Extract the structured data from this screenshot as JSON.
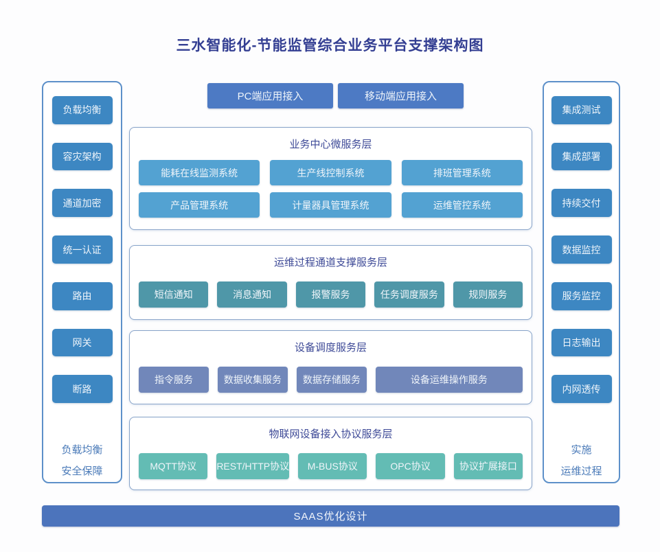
{
  "title": "三水智能化-节能监管综合业务平台支撑架构图",
  "colors": {
    "title_text": "#333e92",
    "panel_border": "#5d90c9",
    "layer_border": "#87a3c9",
    "sidebar_button": "#3d87c2",
    "top_button": "#4d7ac4",
    "business_button": "#53a2d2",
    "channel_button": "#4f97a8",
    "device_button": "#7187ba",
    "protocol_button": "#63bcb4",
    "bottom_bar": "#4c74bc",
    "caption_text": "#4a7ab8"
  },
  "top_buttons": {
    "pc": "PC端应用接入",
    "mobile": "移动端应用接入"
  },
  "left_panel": {
    "items": [
      "负载均衡",
      "容灾架构",
      "通道加密",
      "统一认证",
      "路由",
      "网关",
      "断路"
    ],
    "caption_line1": "负载均衡",
    "caption_line2": "安全保障"
  },
  "right_panel": {
    "items": [
      "集成测试",
      "集成部署",
      "持续交付",
      "数据监控",
      "服务监控",
      "日志输出",
      "内网透传"
    ],
    "caption_line1": "实施",
    "caption_line2": "运维过程"
  },
  "layers": [
    {
      "title": "业务中心微服务层",
      "rows": [
        [
          "能耗在线监测系统",
          "生产线控制系统",
          "排班管理系统"
        ],
        [
          "产品管理系统",
          "计量器具管理系统",
          "运维管控系统"
        ]
      ]
    },
    {
      "title": "运维过程通道支撑服务层",
      "items": [
        "短信通知",
        "消息通知",
        "报警服务",
        "任务调度服务",
        "规则服务"
      ]
    },
    {
      "title": "设备调度服务层",
      "items": [
        "指令服务",
        "数据收集服务",
        "数据存储服务",
        "设备运维操作服务"
      ]
    },
    {
      "title": "物联网设备接入协议服务层",
      "items": [
        "MQTT协议",
        "REST/HTTP协议",
        "M-BUS协议",
        "OPC协议",
        "协议扩展接口"
      ]
    }
  ],
  "bottom_bar": "SAAS优化设计"
}
